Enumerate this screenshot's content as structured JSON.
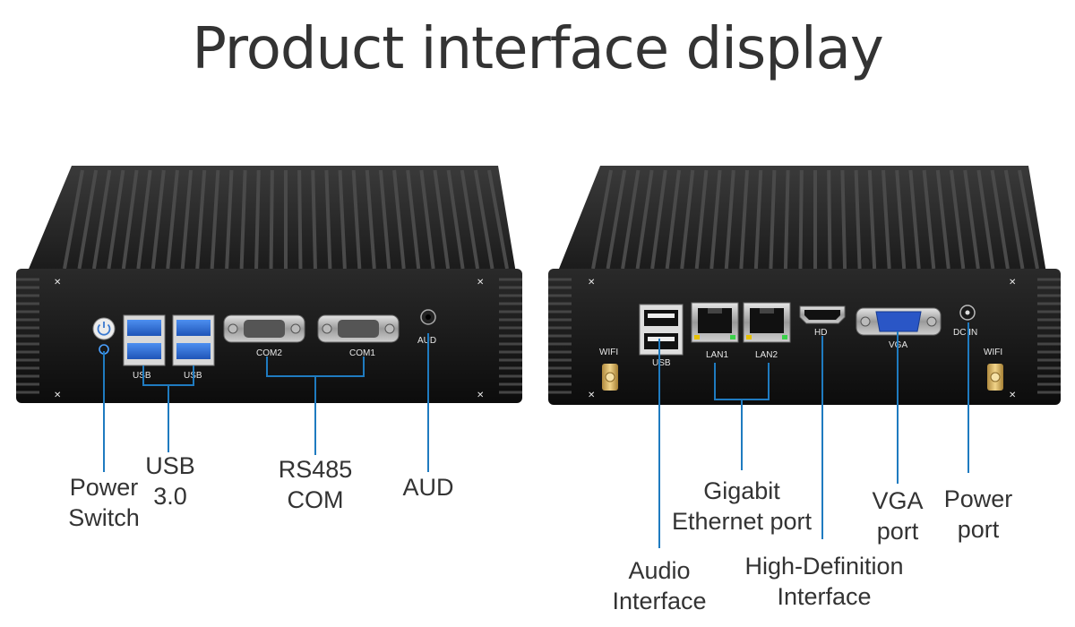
{
  "title": "Product interface display",
  "colors": {
    "leader": "#1f7bc0",
    "chassis": "#161616",
    "text": "#333333",
    "usb_blue": "#2f6fd6",
    "vga_blue": "#2a56c6"
  },
  "front_panel": {
    "port_labels": {
      "usb_left": "USB",
      "usb_right": "USB",
      "com2": "COM2",
      "com1": "COM1",
      "aud": "AUD"
    },
    "callouts": {
      "power_switch": [
        "Power",
        "Switch"
      ],
      "usb30": [
        "USB",
        "3.0"
      ],
      "rs485": [
        "RS485",
        "COM"
      ],
      "aud": [
        "AUD"
      ]
    },
    "icons": [
      "power-icon"
    ]
  },
  "rear_panel": {
    "port_labels": {
      "wifi_left": "WIFI",
      "usb": "USB",
      "lan1": "LAN1",
      "lan2": "LAN2",
      "hd": "HD",
      "vga": "VGA",
      "dcin": "DC IN",
      "wifi_right": "WIFI"
    },
    "callouts": {
      "audio": [
        "Audio",
        "Interface"
      ],
      "gigabit": [
        "Gigabit",
        "Ethernet port"
      ],
      "hdmi": [
        "High-Definition",
        "Interface"
      ],
      "vga": [
        "VGA",
        "port"
      ],
      "power": [
        "Power",
        "port"
      ]
    }
  }
}
